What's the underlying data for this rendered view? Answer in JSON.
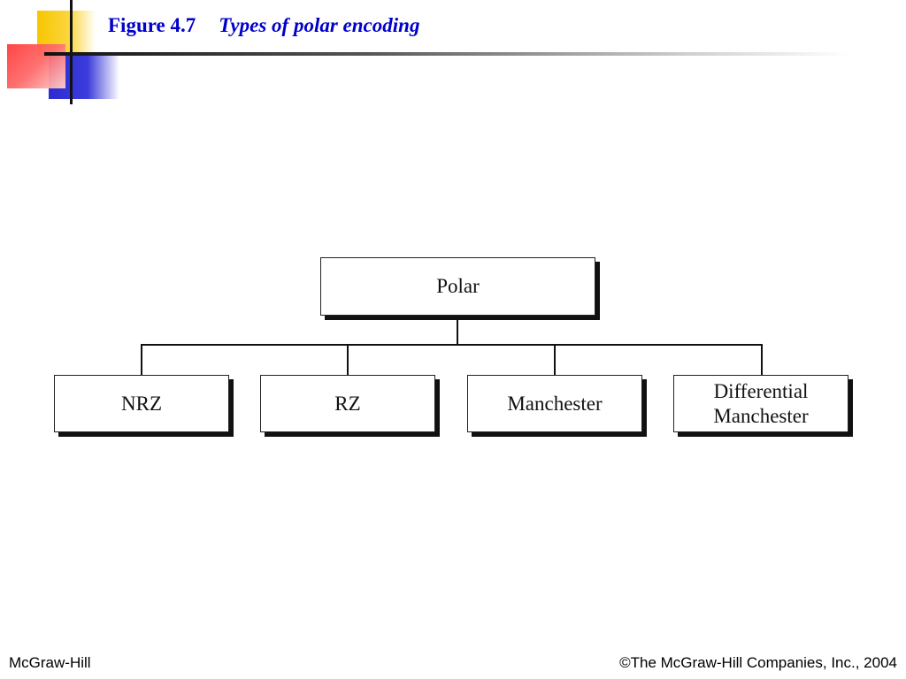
{
  "header": {
    "figure_number": "Figure 4.7",
    "caption": "Types of polar encoding",
    "title_color": "#0000cc"
  },
  "diagram": {
    "root": {
      "label": "Polar"
    },
    "children": [
      {
        "label": "NRZ"
      },
      {
        "label": "RZ"
      },
      {
        "label": "Manchester"
      },
      {
        "label": "Differential\nManchester"
      }
    ]
  },
  "footer": {
    "left": "McGraw-Hill",
    "right": "©The McGraw-Hill Companies, Inc., 2004"
  }
}
